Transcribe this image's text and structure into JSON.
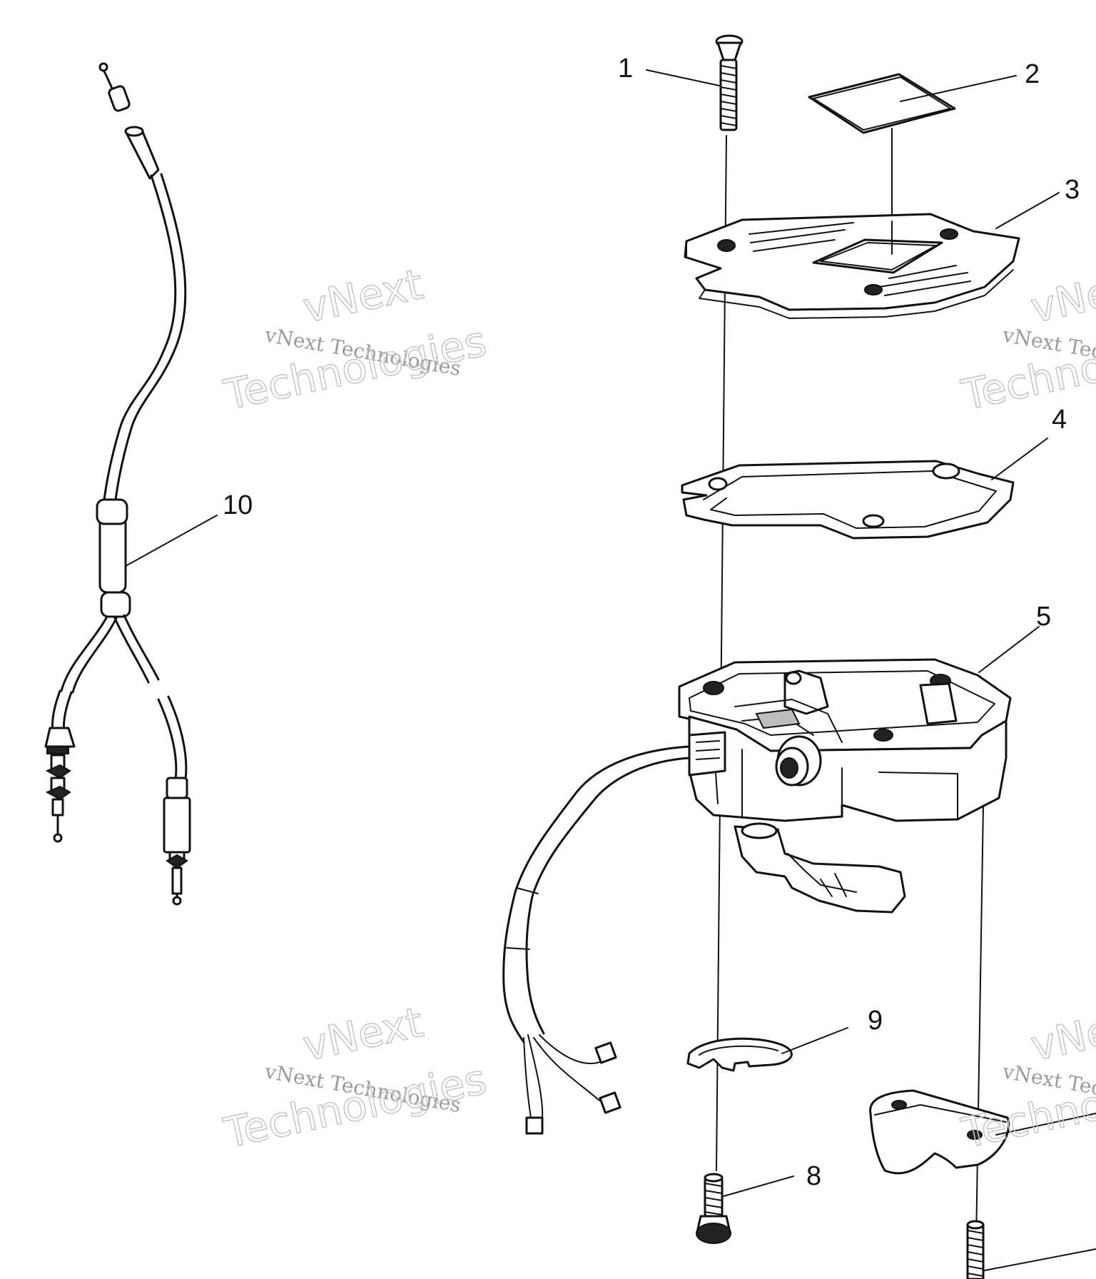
{
  "callouts": {
    "c1": "1",
    "c2": "2",
    "c3": "3",
    "c4": "4",
    "c5": "5",
    "c8": "8",
    "c9": "9",
    "c10": "10"
  },
  "watermark": {
    "small": "vNext Technologies",
    "big_line1": "vNext",
    "big_line2": "Technologies"
  },
  "colors": {
    "line": "#111111",
    "watermark": "#9a9a9a"
  }
}
